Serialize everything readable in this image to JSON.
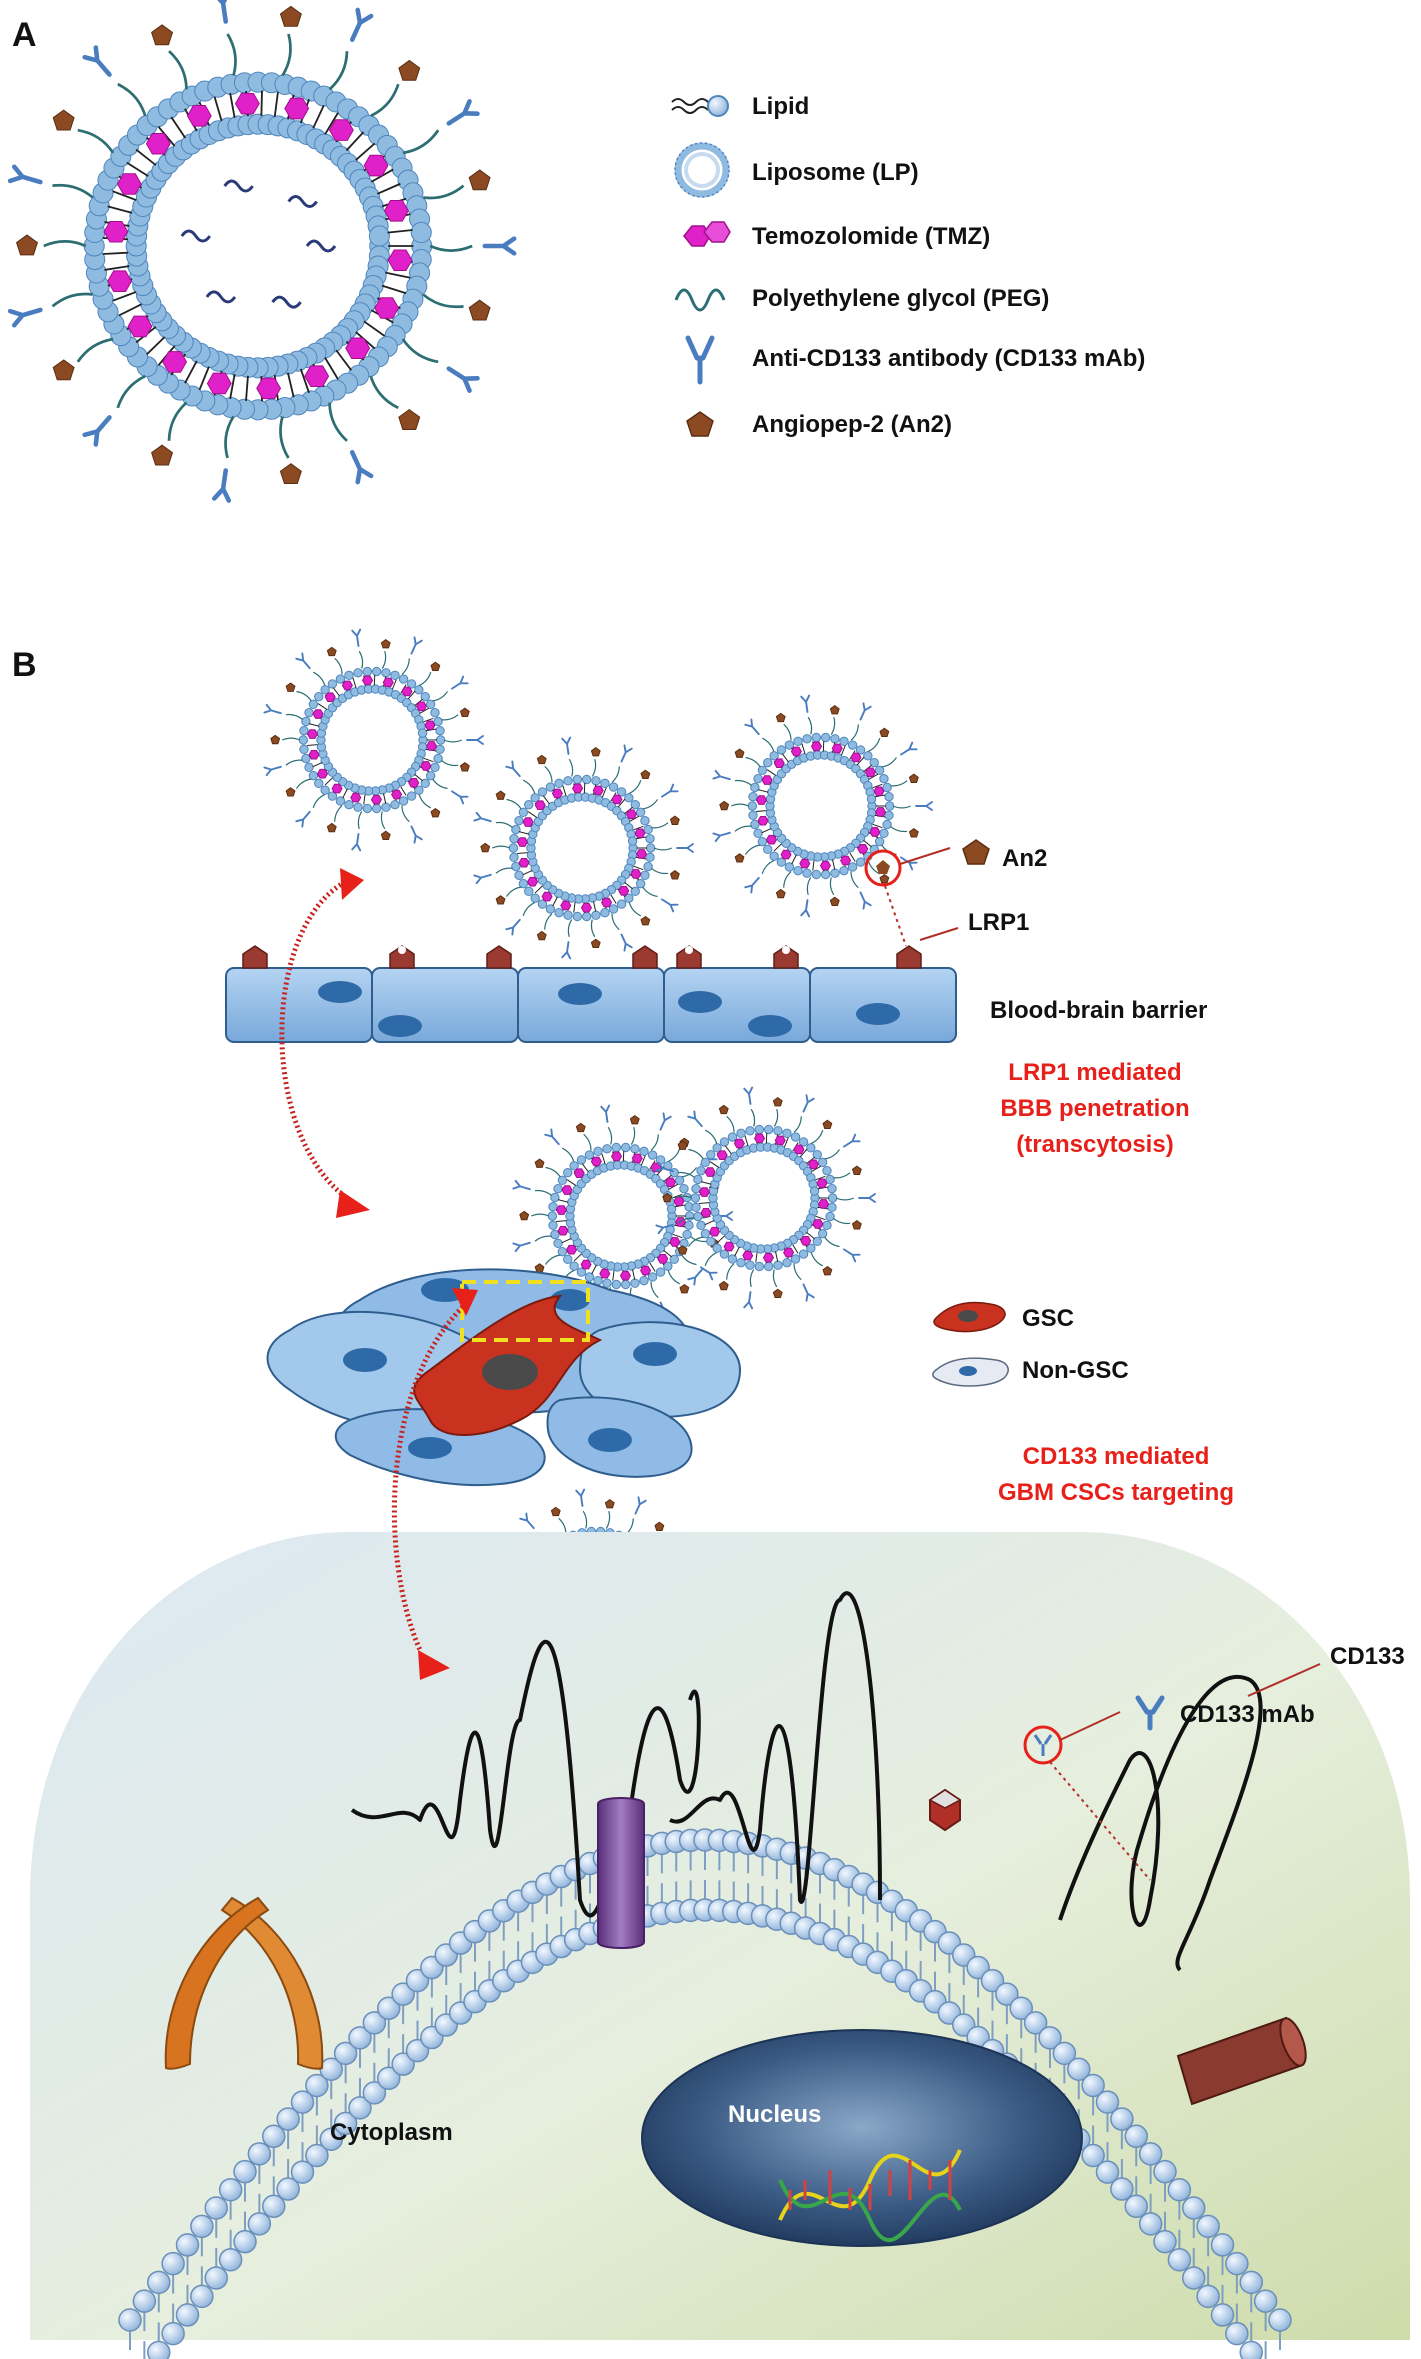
{
  "panels": {
    "a": "A",
    "b": "B"
  },
  "legend": [
    {
      "icon": "lipid-icon",
      "label": "Lipid"
    },
    {
      "icon": "liposome-icon",
      "label": "Liposome (LP)"
    },
    {
      "icon": "temozolomide-icon",
      "label": "Temozolomide (TMZ)"
    },
    {
      "icon": "peg-icon",
      "label": "Polyethylene glycol (PEG)"
    },
    {
      "icon": "antibody-icon",
      "label": "Anti-CD133 antibody (CD133 mAb)"
    },
    {
      "icon": "angiopep-icon",
      "label": "Angiopep-2 (An2)"
    }
  ],
  "labels": {
    "an2": "An2",
    "lrp1": "LRP1",
    "bbb": "Blood-brain barrier",
    "lrp1_mediated": [
      "LRP1 mediated",
      "BBB penetration",
      "(transcytosis)"
    ],
    "gsc": "GSC",
    "non_gsc": "Non-GSC",
    "cd133_mediated": [
      "CD133 mediated",
      "GBM CSCs targeting"
    ],
    "cd133_mab": "CD133 mAb",
    "cd133": "CD133",
    "cytoplasm": "Cytoplasm",
    "nucleus": "Nucleus"
  },
  "colors": {
    "lipid_head": "#8fbbe0",
    "tmz": "#e020c8",
    "peg": "#2d6e72",
    "antibody": "#4a7cc0",
    "angiopep": "#8b4a22",
    "accent_red": "#e8201a",
    "bbb_cell": "#8fbbe6",
    "gsc": "#c8321e",
    "orange_channel": "#d8731f",
    "purple_protein": "#7c4c9c",
    "brown_protein": "#8a3a2e"
  }
}
